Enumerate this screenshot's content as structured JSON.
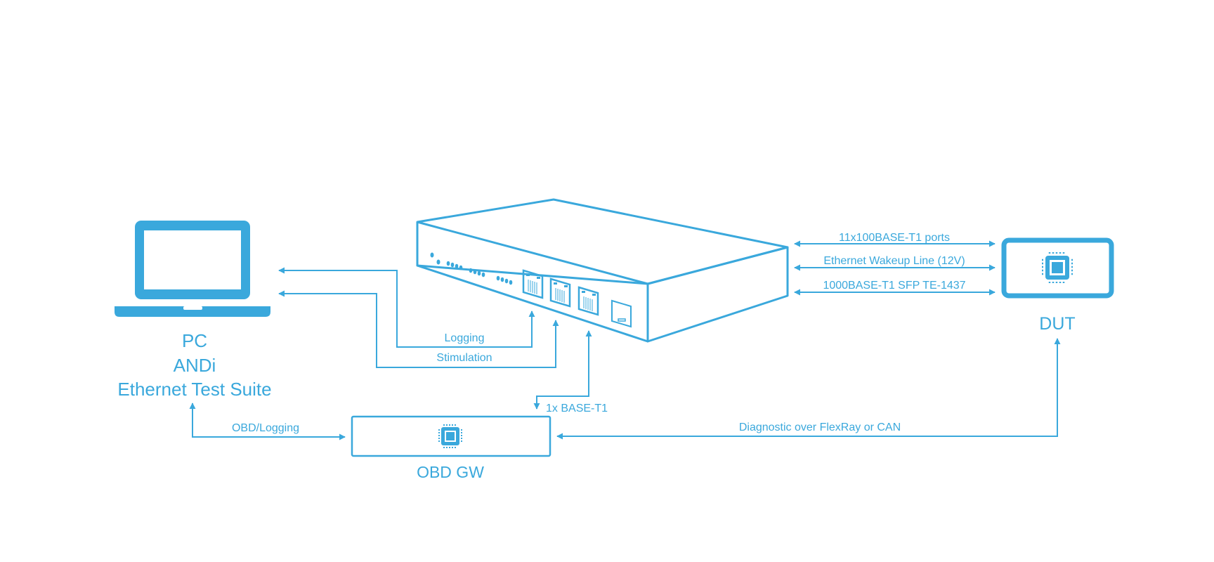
{
  "colors": {
    "accent": "#3aa8dc",
    "background": "#ffffff"
  },
  "nodes": {
    "pc": {
      "icon": "laptop-icon",
      "lines": [
        "PC",
        "ANDi",
        "Ethernet Test Suite"
      ]
    },
    "switch": {
      "icon": "network-switch-icon",
      "led_groups": [
        1,
        1,
        4,
        4,
        4
      ],
      "rj45_ports": 3,
      "sfp_ports": 1
    },
    "dut": {
      "icon": "chip-icon",
      "label": "DUT"
    },
    "obd_gw": {
      "icon": "chip-icon",
      "label": "OBD GW"
    }
  },
  "connections": {
    "logging": {
      "label": "Logging",
      "from": "switch",
      "to": "pc"
    },
    "stimulation": {
      "label": "Stimulation",
      "from": "switch",
      "to": "pc"
    },
    "base_t1": {
      "label": "1x BASE-T1",
      "from": "switch",
      "to": "obd_gw"
    },
    "obd_logging": {
      "label": "OBD/Logging",
      "from": "pc",
      "to": "obd_gw",
      "bidirectional": true
    },
    "diagnostic": {
      "label": "Diagnostic over FlexRay or CAN",
      "from": "obd_gw",
      "to": "dut",
      "bidirectional": true
    },
    "ports_100base": {
      "label": "11x100BASE-T1 ports",
      "from": "switch",
      "to": "dut",
      "bidirectional": true
    },
    "wakeup": {
      "label": "Ethernet Wakeup Line (12V)",
      "from": "switch",
      "to": "dut",
      "bidirectional": true
    },
    "sfp_1000base": {
      "label": "1000BASE-T1 SFP TE-1437",
      "from": "switch",
      "to": "dut",
      "bidirectional": true
    }
  }
}
